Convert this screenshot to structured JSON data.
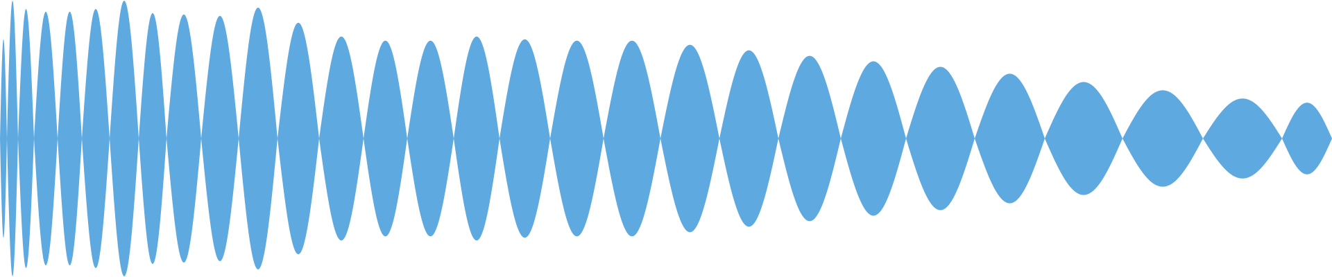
{
  "colors": {
    "background": "#ffffff",
    "fill": "#5eaae0"
  },
  "chart_data": {
    "type": "area",
    "title": "",
    "xlabel": "",
    "ylabel": "",
    "grid": false,
    "legend": "none",
    "symmetric_about_zero": true,
    "ylim": [
      -1,
      1
    ],
    "zero_crossings": [
      0,
      10,
      26,
      49,
      83,
      118,
      158,
      200,
      240,
      290,
      344,
      400,
      460,
      524,
      587,
      654,
      720,
      793,
      870,
      952,
      1037,
      1122,
      1212,
      1306,
      1405,
      1506,
      1618,
      1734,
      1848,
      1920
    ],
    "peak_amplitudes": [
      0.72,
      1.0,
      0.94,
      0.92,
      0.92,
      0.94,
      1.0,
      0.91,
      0.9,
      0.89,
      0.95,
      0.84,
      0.74,
      0.71,
      0.71,
      0.74,
      0.72,
      0.71,
      0.71,
      0.68,
      0.64,
      0.6,
      0.56,
      0.52,
      0.47,
      0.41,
      0.35,
      0.29,
      0.26
    ]
  }
}
